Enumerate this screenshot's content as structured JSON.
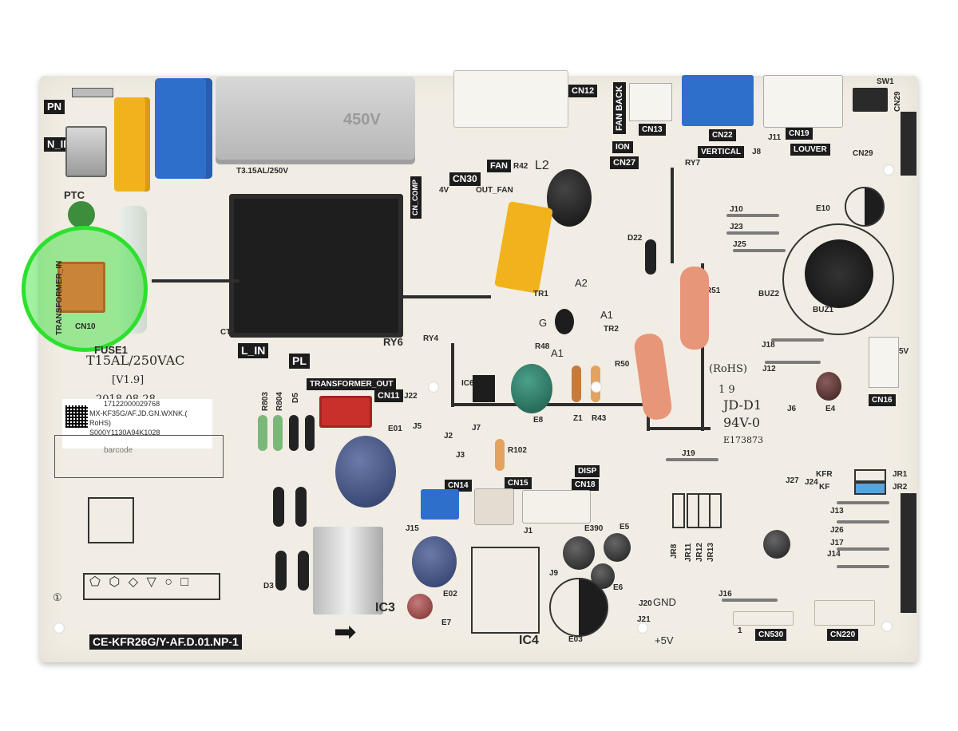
{
  "board": {
    "model_code": "CE-KFR26G/Y-AF.D.01.NP-1",
    "version": "[V1.9]",
    "date": "2018-08-28",
    "sticker": {
      "serial": "17122000029768",
      "model": "MX-KF35G/AF.JD.GN.WXNK.(",
      "rohs": "RoHS)",
      "code": "S000Y1130A94K1028",
      "extra": "barcode"
    },
    "certification": {
      "rohs": "(RoHS)",
      "date_code": "1 9",
      "maker": "JD-D1",
      "rating": "94V-0",
      "file": "E173873"
    },
    "fuse_label": "FUSE1",
    "fuse_rating": "T15AL/250VAC",
    "fuse2_rating": "T3.15AL/250V",
    "capacitor_voltage": "450V",
    "shape_marks": "⬠ ⬡ ◇ ▽ ○ □",
    "circle_one": "①"
  },
  "labels": {
    "pn": "PN",
    "n_in": "N_IN",
    "ptc": "PTC",
    "l_in": "L_IN",
    "pl": "PL",
    "transformer_in": "TRANSFORMER_IN",
    "transformer_out": "TRANSFORMER_OUT",
    "cn10": "CN10",
    "cn11": "CN11",
    "cn12": "CN12",
    "cn13": "CN13",
    "cn14": "CN14",
    "cn15": "CN15",
    "cn16": "CN16",
    "cn18": "CN18",
    "cn19": "CN19",
    "cn22": "CN22",
    "cn27": "CN27",
    "cn29": "CN29",
    "cn30": "CN30",
    "cn530": "CN530",
    "cn220": "CN220",
    "cn_comp": "CN_COMP",
    "fan": "FAN",
    "fan_back": "FAN BACK",
    "ion": "ION",
    "vertical": "VERTICAL",
    "louver": "LOUVER",
    "sw1": "SW1",
    "disp": "DISP",
    "gnd": "GND",
    "plus5v": "+5V",
    "v5": "5V",
    "ry4": "RY4",
    "ry6": "RY6",
    "ry7": "RY7",
    "l2": "L2",
    "r42": "R42",
    "r48": "R48",
    "r50": "R50",
    "r51": "R51",
    "r43": "R43",
    "r102": "R102",
    "r803": "R803",
    "r804": "R804",
    "d5": "D5",
    "d22": "D22",
    "z1": "Z1",
    "tr1": "TR1",
    "tr2": "TR2",
    "a1": "A1",
    "a2": "A2",
    "g": "G",
    "ic3": "IC3",
    "ic4": "IC4",
    "ic6": "IC6",
    "e01": "E01",
    "e02": "E02",
    "e03": "E03",
    "e4": "E4",
    "e5": "E5",
    "e6": "E6",
    "e7": "E7",
    "e8": "E8",
    "e10": "E10",
    "e390": "E390",
    "buz1": "BUZ1",
    "buz2": "BUZ2",
    "kfr": "KFR",
    "kf": "KF",
    "jr1": "JR1",
    "jr2": "JR2",
    "jr8": "JR8",
    "jr11": "JR11",
    "jr12": "JR12",
    "jr13": "JR13",
    "j1": "J1",
    "j2": "J2",
    "j3": "J3",
    "j5": "J5",
    "j6": "J6",
    "j7": "J7",
    "j8": "J8",
    "j9": "J9",
    "j10": "J10",
    "j11": "J11",
    "j12": "J12",
    "j13": "J13",
    "j14": "J14",
    "j15": "J15",
    "j16": "J16",
    "j17": "J17",
    "j18": "J18",
    "j19": "J19",
    "j20": "J20",
    "j21": "J21",
    "j22": "J22",
    "j23": "J23",
    "j24": "J24",
    "j25": "J25",
    "j26": "J26",
    "j27": "J27",
    "four_v": "4V",
    "out_fan": "OUT_FAN",
    "ct": "CT",
    "d3": "D3",
    "one": "1"
  },
  "colors": {
    "board": "#f1ede4",
    "highlight": "#2ee02e",
    "relay": "#1e1e1e",
    "yellow_cap": "#f2b21b",
    "blue_cap": "#2f6fcc",
    "grey_cap": "#c9c9c9"
  },
  "highlight_target": "CN10"
}
